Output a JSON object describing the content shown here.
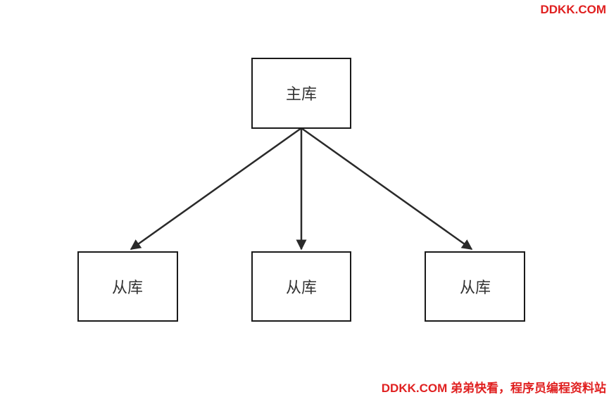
{
  "watermark": {
    "top": "DDKK.COM",
    "bottom": "DDKK.COM 弟弟快看，程序员编程资料站"
  },
  "colors": {
    "watermark": "#e02020",
    "node_border": "#1a1a1a",
    "edge": "#2a2a2a"
  },
  "diagram": {
    "nodes": [
      {
        "id": "master",
        "label": "主库"
      },
      {
        "id": "slave1",
        "label": "从库"
      },
      {
        "id": "slave2",
        "label": "从库"
      },
      {
        "id": "slave3",
        "label": "从库"
      }
    ],
    "edges": [
      {
        "from": "master",
        "to": "slave1"
      },
      {
        "from": "master",
        "to": "slave2"
      },
      {
        "from": "master",
        "to": "slave3"
      }
    ]
  }
}
